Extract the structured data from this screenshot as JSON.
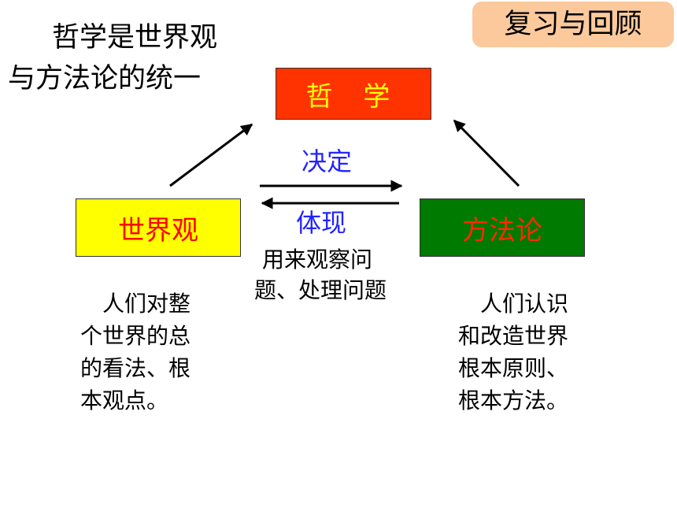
{
  "header": {
    "title_line1": "哲学是世界观",
    "title_line2": "与方法论的统一",
    "badge": "复习与回顾"
  },
  "diagram": {
    "top_node": "哲 学",
    "left_node": "世界观",
    "right_node": "方法论",
    "arrow_right_label": "决定",
    "arrow_left_label": "体现",
    "middle_note": [
      "用来观察问",
      "题、处理问题"
    ],
    "left_desc": [
      "　人们对整",
      "个世界的总",
      "的看法、根",
      "本观点。"
    ],
    "right_desc": [
      "　人们认识",
      "和改造世界",
      "根本原则、",
      "根本方法。"
    ]
  },
  "colors": {
    "badge_bg": "#fbc99c",
    "top_node_bg": "#ff3300",
    "top_node_text": "#ffff00",
    "left_node_bg": "#ffff00",
    "left_node_text": "#ff0000",
    "right_node_bg": "#007a00",
    "right_node_text": "#ff2a00",
    "label_blue": "#2323ff"
  }
}
